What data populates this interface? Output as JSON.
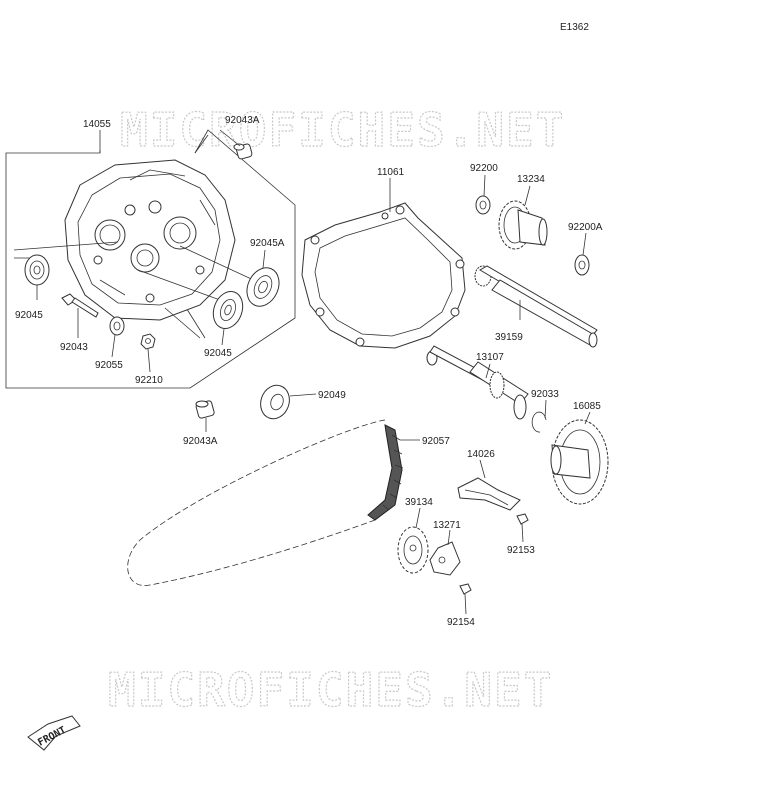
{
  "diagram_code": "E1362",
  "watermark": "MICROFICHES.NET",
  "front_label": "FRONT",
  "parts": {
    "p14055": "14055",
    "p92043A_top": "92043A",
    "p92045A": "92045A",
    "p92045_left": "92045",
    "p92045_center": "92045",
    "p92043": "92043",
    "p92055": "92055",
    "p92210": "92210",
    "p92043A_bottom": "92043A",
    "p92049": "92049",
    "p11061": "11061",
    "p92200": "92200",
    "p13234": "13234",
    "p92200A": "92200A",
    "p39159": "39159",
    "p13107": "13107",
    "p92033": "92033",
    "p16085": "16085",
    "p92057": "92057",
    "p14026": "14026",
    "p39134": "39134",
    "p13271": "13271",
    "p92153": "92153",
    "p92154": "92154"
  }
}
